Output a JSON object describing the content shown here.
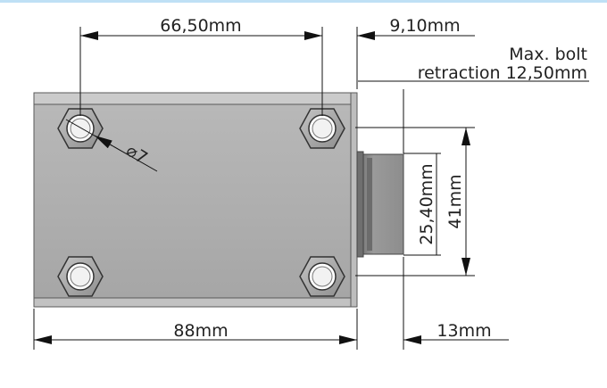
{
  "drawing": {
    "dimensions": {
      "hole_spacing": "66,50mm",
      "bolt_offset": "9,10mm",
      "body_length": "88mm",
      "bolt_length": "13mm",
      "bolt_height": "25,40mm",
      "body_height": "41mm",
      "hole_diameter": "⌀7"
    },
    "note": {
      "line1": "Max. bolt",
      "line2": "retraction 12,50mm"
    },
    "colors": {
      "body_fill": "#adadad",
      "body_edge": "#5a5a5a",
      "bolt_fill": "#8a8a8a",
      "dimension_line": "#222222",
      "top_bar": "#bfe0f5"
    }
  }
}
